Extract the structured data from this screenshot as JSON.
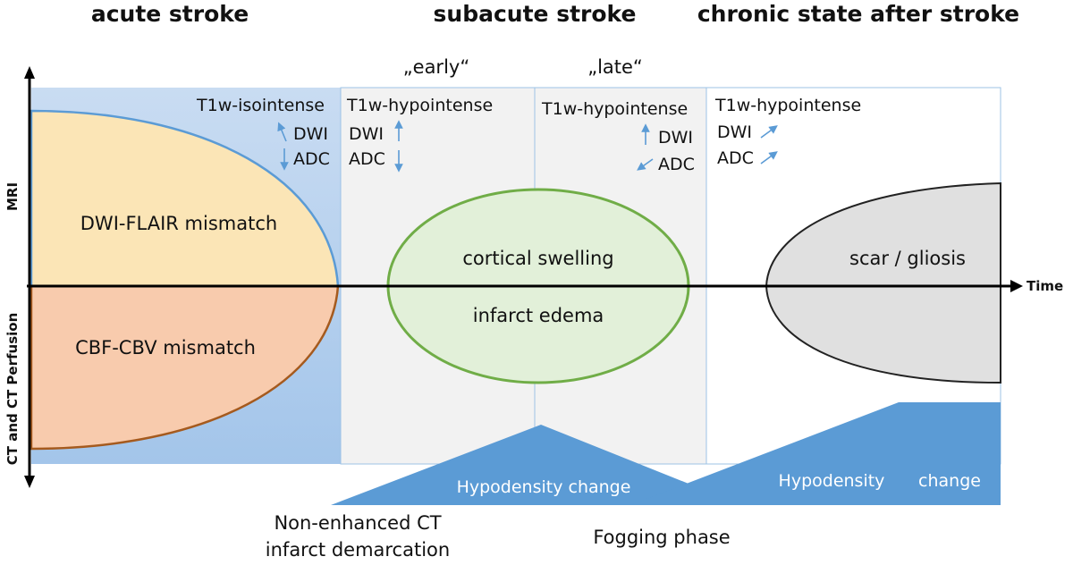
{
  "headers": {
    "acute": "acute stroke",
    "subacute": "subacute stroke",
    "chronic": "chronic state after stroke"
  },
  "subphases": {
    "early": "„early“",
    "late": "„late“"
  },
  "axes": {
    "time": "Time",
    "mri": "MRI",
    "ct": "CT and CT Perfusion"
  },
  "mri_status": {
    "acute": {
      "t1": "T1w-isointense",
      "dwi": "DWI",
      "adc": "ADC",
      "dwi_arrow": "up",
      "adc_arrow": "down"
    },
    "early": {
      "t1": "T1w-hypointense",
      "dwi": "DWI",
      "adc": "ADC",
      "dwi_arrow": "up",
      "adc_arrow": "down"
    },
    "late": {
      "t1": "T1w-hypointense",
      "dwi": "DWI",
      "adc": "ADC",
      "dwi_arrow": "up",
      "adc_arrow": "down-left"
    },
    "chronic": {
      "t1": "T1w-hypointense",
      "dwi": "DWI",
      "adc": "ADC",
      "dwi_arrow": "up-right",
      "adc_arrow": "up-right"
    }
  },
  "regions": {
    "dwi_flair": "DWI-FLAIR mismatch",
    "cbf_cbv": "CBF-CBV mismatch",
    "cortical_swelling": "cortical swelling",
    "infarct_edema": "infarct edema",
    "scar": "scar / gliosis"
  },
  "hypodensity": {
    "first": "Hypodensity change",
    "second_a": "Hypodensity",
    "second_b": "change"
  },
  "bottom_labels": {
    "nect_line1": "Non-enhanced CT",
    "nect_line2": "infarct demarcation",
    "fogging": "Fogging phase"
  },
  "colors": {
    "acute_gradient_top": "#c5d9f1",
    "acute_gradient_bottom": "#9dc3e6",
    "subacute_bg": "#f2f2f2",
    "dwi_flair_fill": "#fbe5b6",
    "cbf_cbv_fill": "#f8cbad",
    "edema_fill": "#e2f0d9",
    "edema_stroke": "#70ad47",
    "scar_fill": "#e0e0e0",
    "hypodensity_fill": "#5b9bd5",
    "arrow": "#5b9bd5"
  }
}
